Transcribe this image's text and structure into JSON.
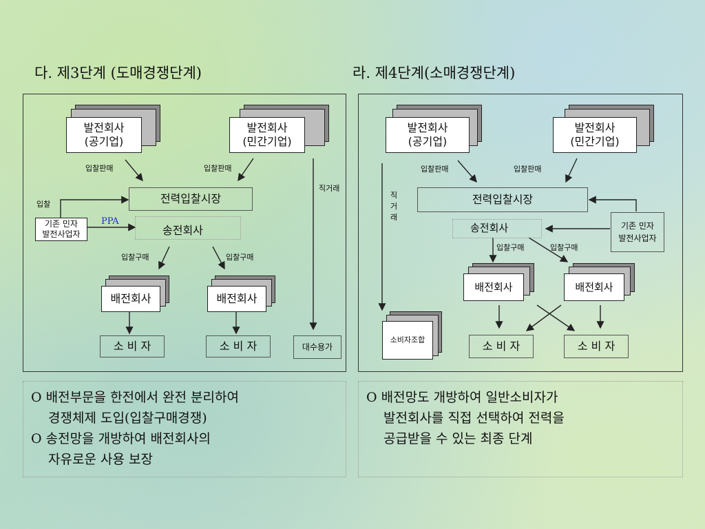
{
  "left": {
    "title": "다. 제3단계 (도매경쟁단계)",
    "gen_public": "발전회사\n(공기업)",
    "gen_private": "발전회사\n(민간기업)",
    "bid_sell_1": "입찰판매",
    "bid_sell_2": "입찰판매",
    "direct": "직거래",
    "market": "전력입찰시장",
    "bid": "입찰",
    "ipp": "기존 민자\n발전사업자",
    "ppa": "PPA",
    "transmission": "송전회사",
    "bid_buy_1": "입찰구매",
    "bid_buy_2": "입찰구매",
    "dist_1": "배전회사",
    "dist_2": "배전회사",
    "consumer_1": "소 비 자",
    "consumer_2": "소 비 자",
    "large_user": "대수용가",
    "notes": [
      {
        "bullet": "O",
        "line1": "배전부문을 한전에서 완전 분리하여",
        "line2": "경쟁체제 도입(입찰구매경쟁)"
      },
      {
        "bullet": "O",
        "line1": "송전망을 개방하여 배전회사의",
        "line2": "자유로운 사용 보장"
      }
    ]
  },
  "right": {
    "title": "라. 제4단계(소매경쟁단계)",
    "gen_public": "발전회사\n(공기업)",
    "gen_private": "발전회사\n(민간기업)",
    "bid_sell_1": "입찰판매",
    "bid_sell_2": "입찰판매",
    "direct": "직\n거\n래",
    "market": "전력입찰시장",
    "ipp": "기존 민자\n발전사업자",
    "transmission": "송전회사",
    "bid_buy_1": "입찰구매",
    "bid_buy_2": "입찰구매",
    "dist_1": "배전회사",
    "dist_2": "배전회사",
    "coop": "소비자조합",
    "consumer_1": "소 비 자",
    "consumer_2": "소 비 자",
    "notes": [
      {
        "bullet": "O",
        "line1": "배전망도 개방하여 일반소비자가",
        "line2": "발전회사를 직접 선택하여 전력을",
        "line3": "공급받을 수 있는 최종 단계"
      }
    ]
  }
}
